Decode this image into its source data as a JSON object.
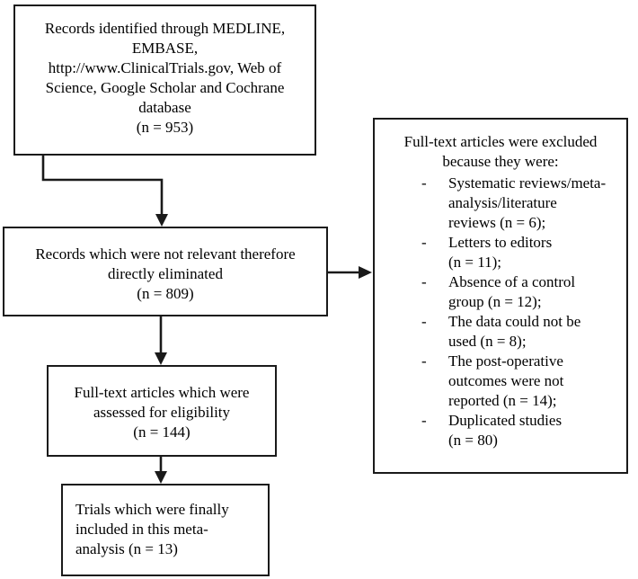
{
  "diagram": {
    "type": "prisma-flow-diagram",
    "nodes": {
      "identification": {
        "label": "Records identified through MEDLINE, EMBASE, http://www.ClinicalTrials.gov, Web of Science, Google Scholar and Cochrane database",
        "lines": [
          "Records identified through MEDLINE,",
          "EMBASE,",
          "http://www.ClinicalTrials.gov, Web of",
          "Science, Google Scholar and Cochrane",
          "database",
          "(n = 953)"
        ],
        "count": "(n = 953)",
        "n": 953
      },
      "eliminated": {
        "label": "Records which were not relevant therefore directly eliminated",
        "lines": [
          "Records which were not relevant therefore",
          "directly eliminated",
          "(n = 809)"
        ],
        "count": "(n = 809)",
        "n": 809
      },
      "eligibility": {
        "label": "Full-text articles which were assessed for eligibility",
        "lines": [
          "Full-text articles which were",
          "assessed for eligibility",
          "(n = 144)"
        ],
        "count": "(n = 144)",
        "n": 144
      },
      "included": {
        "label": "Trials which were finally included in this meta-analysis",
        "lines": [
          "Trials which were finally",
          "included in this meta-",
          "analysis (n = 13)"
        ],
        "count": "(n = 13)",
        "n": 13
      },
      "excluded": {
        "heading_lines": [
          "Full-text articles were excluded",
          "because they were:"
        ],
        "heading": "Full-text articles were excluded because they were:",
        "bullet_marker": "-",
        "reasons": [
          {
            "lines": [
              "Systematic reviews/meta-",
              "analysis/literature",
              "reviews (n = 6);"
            ],
            "text": "Systematic reviews/meta-analysis/literature reviews (n = 6);",
            "n": 6
          },
          {
            "lines": [
              "Letters to editors",
              "(n = 11);"
            ],
            "text": "Letters to editors (n = 11);",
            "n": 11
          },
          {
            "lines": [
              "Absence of a control",
              "group (n = 12);"
            ],
            "text": "Absence of a control group (n = 12);",
            "n": 12
          },
          {
            "lines": [
              "The data could not be",
              "used (n = 8);"
            ],
            "text": "The data could not be used (n = 8);",
            "n": 8
          },
          {
            "lines": [
              "The post-operative",
              "outcomes were not",
              "reported (n = 14);"
            ],
            "text": "The post-operative outcomes were not reported (n = 14);",
            "n": 14
          },
          {
            "lines": [
              "Duplicated studies",
              "(n = 80)"
            ],
            "text": "Duplicated studies (n = 80)",
            "n": 80
          }
        ]
      }
    },
    "colors": {
      "border": "#1a1a1a",
      "background": "#ffffff",
      "text": "#000000",
      "connector": "#1a1a1a"
    }
  }
}
